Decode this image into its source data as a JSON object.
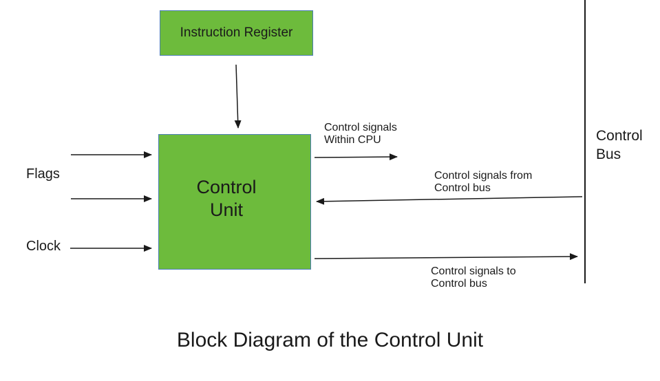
{
  "diagram": {
    "instruction_register": "Instruction Register",
    "control_unit": {
      "line1": "Control",
      "line2": "Unit"
    },
    "inputs": {
      "flags": "Flags",
      "clock": "Clock"
    },
    "signals": {
      "within_cpu": {
        "line1": "Control signals",
        "line2": "Within CPU"
      },
      "from_bus": {
        "line1": "Control signals from",
        "line2": "Control bus"
      },
      "to_bus": {
        "line1": "Control signals to",
        "line2": "Control bus"
      }
    },
    "control_bus": {
      "line1": "Control",
      "line2": "Bus"
    },
    "title": "Block Diagram of the Control Unit"
  },
  "colors": {
    "box_fill": "#6dbb3c",
    "box_border": "#4a7db5",
    "line": "#1a1a1a"
  }
}
